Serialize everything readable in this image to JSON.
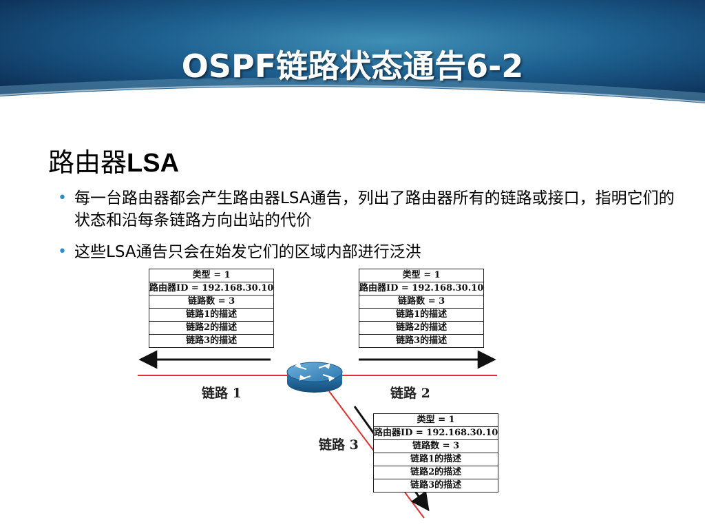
{
  "title": "OSPF链路状态通告6-2",
  "subtitle": {
    "prefix": "路由器",
    "suffix": "LSA"
  },
  "bullets": [
    {
      "text": "每一台路由器都会产生路由器LSA通告，列出了路由器所有的链路或接口，指明它们的状态和沿每条链路方向出站的代价"
    },
    {
      "text": "这些LSA通告只会在始发它们的区域内部进行泛洪"
    }
  ],
  "lsa_rows": [
    "类型 = 1",
    "路由器ID = 192.168.30.10",
    "链路数 = 3",
    "链路1的描述",
    "链路2的描述",
    "链路3的描述"
  ],
  "links": {
    "link1": "链路 1",
    "link2": "链路 2",
    "link3": "链路 3"
  },
  "colors": {
    "header_dark": "#0d2f57",
    "header_mid": "#1f5d8c",
    "bullet": "#2e8fc8",
    "link_line": "#e03030",
    "router": "#2f7fb8"
  },
  "icons": {
    "router": "router-icon",
    "bullet": "bullet-dot"
  }
}
